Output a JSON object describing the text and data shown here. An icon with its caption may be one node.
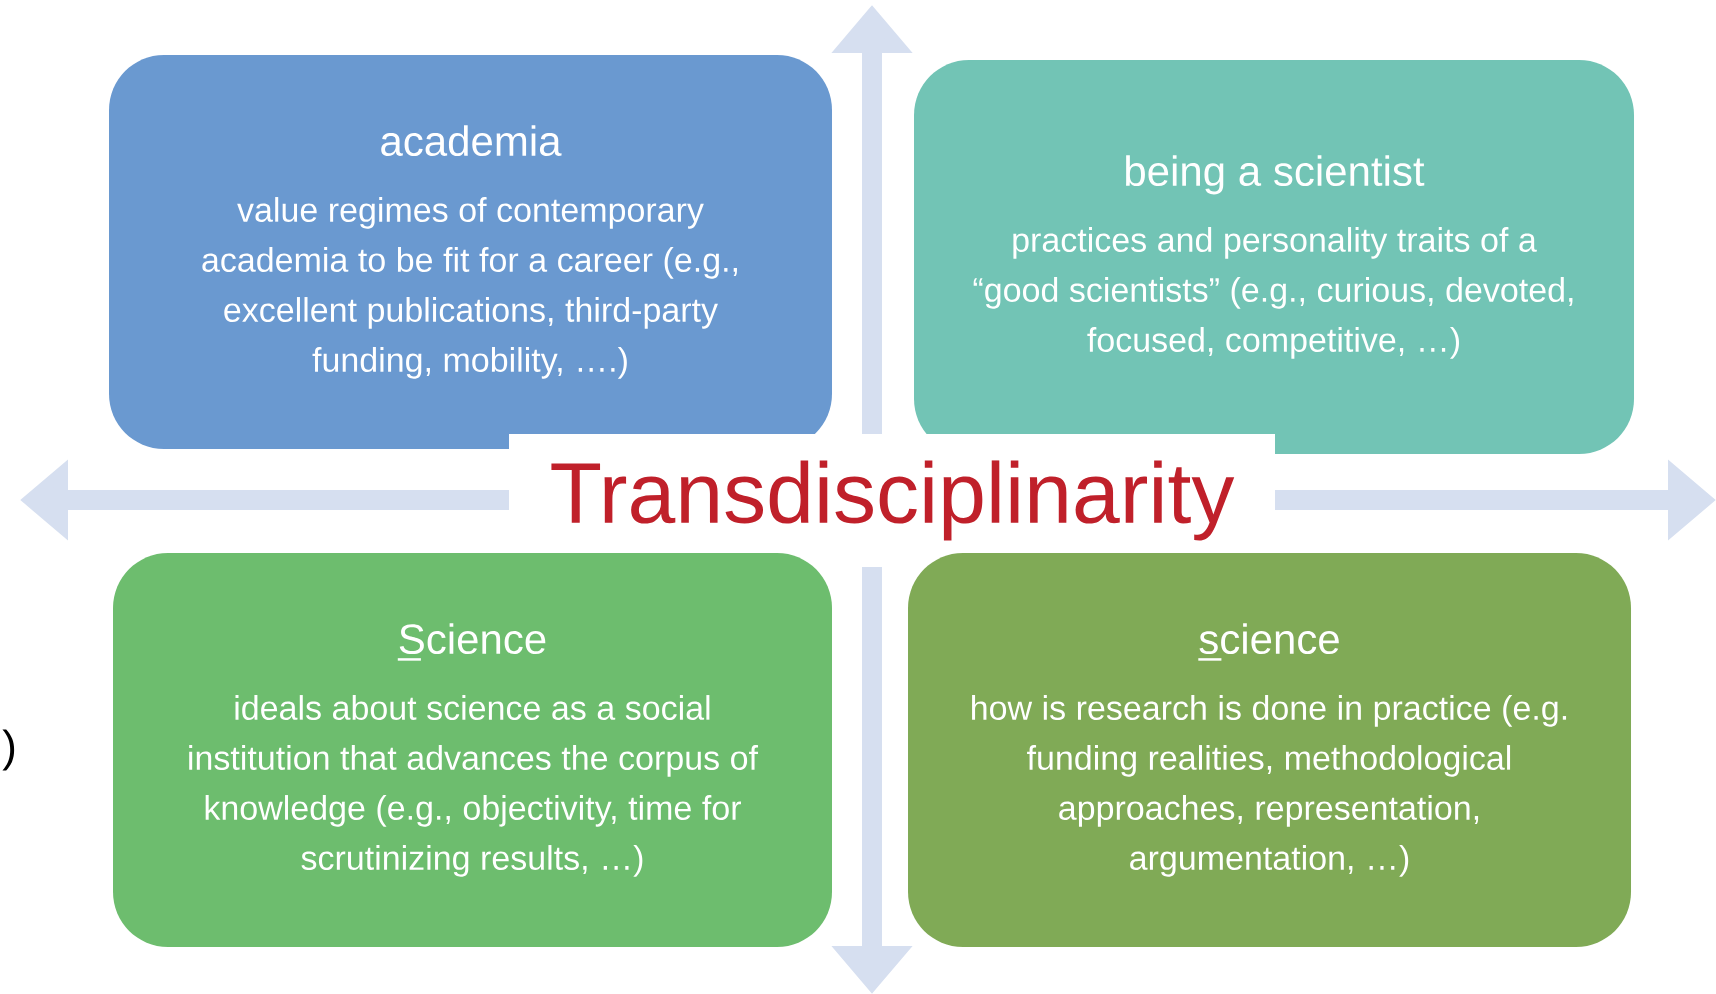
{
  "diagram": {
    "nodes": [
      {
        "text": [
          "academia",
          "value regimes of contemporary academia to be fit for a career (e.g., excellent publications, third-party funding, mobility, ….)"
        ]
      },
      {
        "text": [
          "being a scientist",
          "practices and personality traits of a “good scientists” (e.g., curious, devoted, focused, competitive, …)"
        ]
      },
      {
        "text": [
          "Transdisciplinarity"
        ]
      },
      {
        "text": [
          "Science",
          "ideals about science as a social institution that advances the corpus of knowledge (e.g., objectivity, time for scrutinizing results, …)"
        ]
      },
      {
        "text": [
          "science",
          "how is research is done in practice (e.g. funding realities, methodological approaches, representation, argumentation, …)"
        ]
      }
    ],
    "edges": [],
    "labels": [
      ")"
    ]
  }
}
